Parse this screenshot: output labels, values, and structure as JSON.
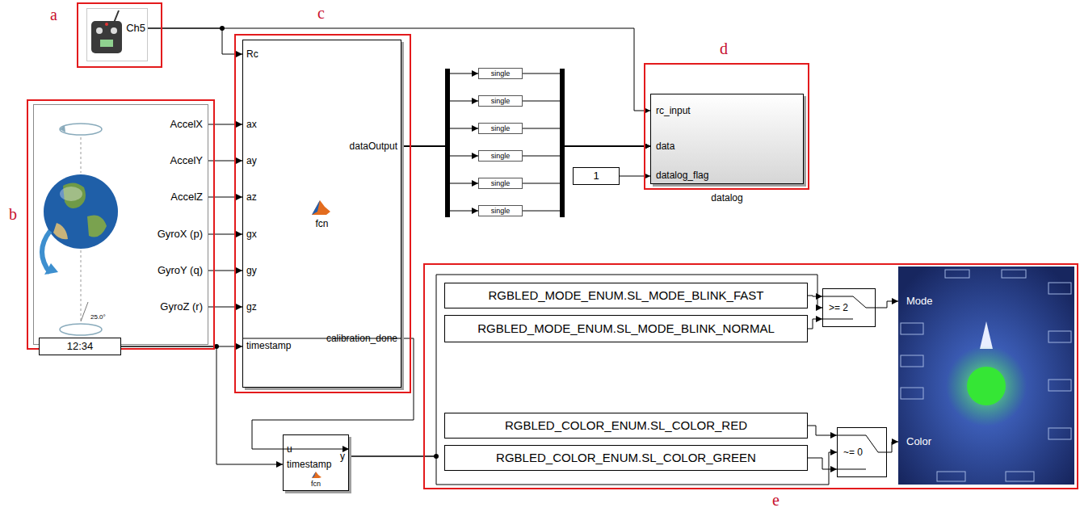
{
  "diagram": {
    "nodes": [
      {
        "text": [
          "a"
        ]
      },
      {
        "text": [
          "Ch5"
        ],
        "in": 0
      },
      {
        "text": [
          "b"
        ]
      },
      {
        "text": [
          "AccelX",
          "AccelY",
          "AccelZ",
          "GyroX (p)",
          "GyroY (q)",
          "GyroZ (r)"
        ],
        "in": 2
      },
      {
        "text": [
          "c"
        ]
      },
      {
        "text": [
          "Rc",
          "ax",
          "ay",
          "az",
          "gx",
          "gy",
          "gz",
          "timestamp",
          "fcn",
          "dataOutput",
          "calibration_done"
        ],
        "in": 4
      },
      {
        "text": [
          "12:34"
        ]
      },
      {
        "text": [
          "single"
        ]
      },
      {
        "text": [
          "single"
        ]
      },
      {
        "text": [
          "single"
        ]
      },
      {
        "text": [
          "single"
        ]
      },
      {
        "text": [
          "single"
        ]
      },
      {
        "text": [
          "single"
        ]
      },
      {
        "text": [
          "1"
        ]
      },
      {
        "text": [
          "d"
        ]
      },
      {
        "text": [
          "rc_input",
          "data",
          "datalog_flag",
          "datalog"
        ],
        "in": 14
      },
      {
        "text": [
          "u",
          "timestamp",
          "fcn",
          "y"
        ]
      },
      {
        "text": [
          "e"
        ]
      },
      {
        "text": [
          "RGBLED_MODE_ENUM.SL_MODE_BLINK_FAST"
        ],
        "in": 17
      },
      {
        "text": [
          "RGBLED_MODE_ENUM.SL_MODE_BLINK_NORMAL"
        ],
        "in": 17
      },
      {
        "text": [
          ">= 2"
        ],
        "in": 17
      },
      {
        "text": [
          "RGBLED_COLOR_ENUM.SL_COLOR_RED"
        ],
        "in": 17
      },
      {
        "text": [
          "RGBLED_COLOR_ENUM.SL_COLOR_GREEN"
        ],
        "in": 17
      },
      {
        "text": [
          "~= 0"
        ],
        "in": 17
      },
      {
        "text": [
          "Mode",
          "Color"
        ],
        "in": 17
      }
    ],
    "edges": [
      {
        "from": 1,
        "to": 5,
        "arrow": "to"
      },
      {
        "from": 1,
        "to": 15,
        "arrow": "to"
      },
      {
        "from": 3,
        "to": 5,
        "arrow": "to"
      },
      {
        "from": 3,
        "to": 5,
        "arrow": "to"
      },
      {
        "from": 3,
        "to": 5,
        "arrow": "to"
      },
      {
        "from": 3,
        "to": 5,
        "arrow": "to"
      },
      {
        "from": 3,
        "to": 5,
        "arrow": "to"
      },
      {
        "from": 3,
        "to": 5,
        "arrow": "to"
      },
      {
        "from": 6,
        "to": 5,
        "arrow": "to"
      },
      {
        "from": 6,
        "to": 16,
        "arrow": "to"
      },
      {
        "from": 5,
        "to": 7,
        "arrow": "to"
      },
      {
        "from": 5,
        "to": 8,
        "arrow": "to"
      },
      {
        "from": 5,
        "to": 9,
        "arrow": "to"
      },
      {
        "from": 5,
        "to": 10,
        "arrow": "to"
      },
      {
        "from": 5,
        "to": 11,
        "arrow": "to"
      },
      {
        "from": 5,
        "to": 12,
        "arrow": "to"
      },
      {
        "from": 7,
        "to": 15,
        "arrow": "to"
      },
      {
        "from": 8,
        "to": 15,
        "arrow": "to"
      },
      {
        "from": 9,
        "to": 15,
        "arrow": "to"
      },
      {
        "from": 10,
        "to": 15,
        "arrow": "to"
      },
      {
        "from": 11,
        "to": 15,
        "arrow": "to"
      },
      {
        "from": 12,
        "to": 15,
        "arrow": "to"
      },
      {
        "from": 13,
        "to": 15,
        "arrow": "to"
      },
      {
        "from": 5,
        "to": 16,
        "arrow": "to"
      },
      {
        "from": 16,
        "to": 20,
        "arrow": "to"
      },
      {
        "from": 16,
        "to": 23,
        "arrow": "to"
      },
      {
        "from": 18,
        "to": 20,
        "arrow": "to"
      },
      {
        "from": 19,
        "to": 20,
        "arrow": "to"
      },
      {
        "from": 21,
        "to": 23,
        "arrow": "to"
      },
      {
        "from": 22,
        "to": 23,
        "arrow": "to"
      },
      {
        "from": 20,
        "to": 24,
        "arrow": "to"
      },
      {
        "from": 23,
        "to": 24,
        "arrow": "to"
      }
    ],
    "labels": [
      "25.0°"
    ]
  }
}
